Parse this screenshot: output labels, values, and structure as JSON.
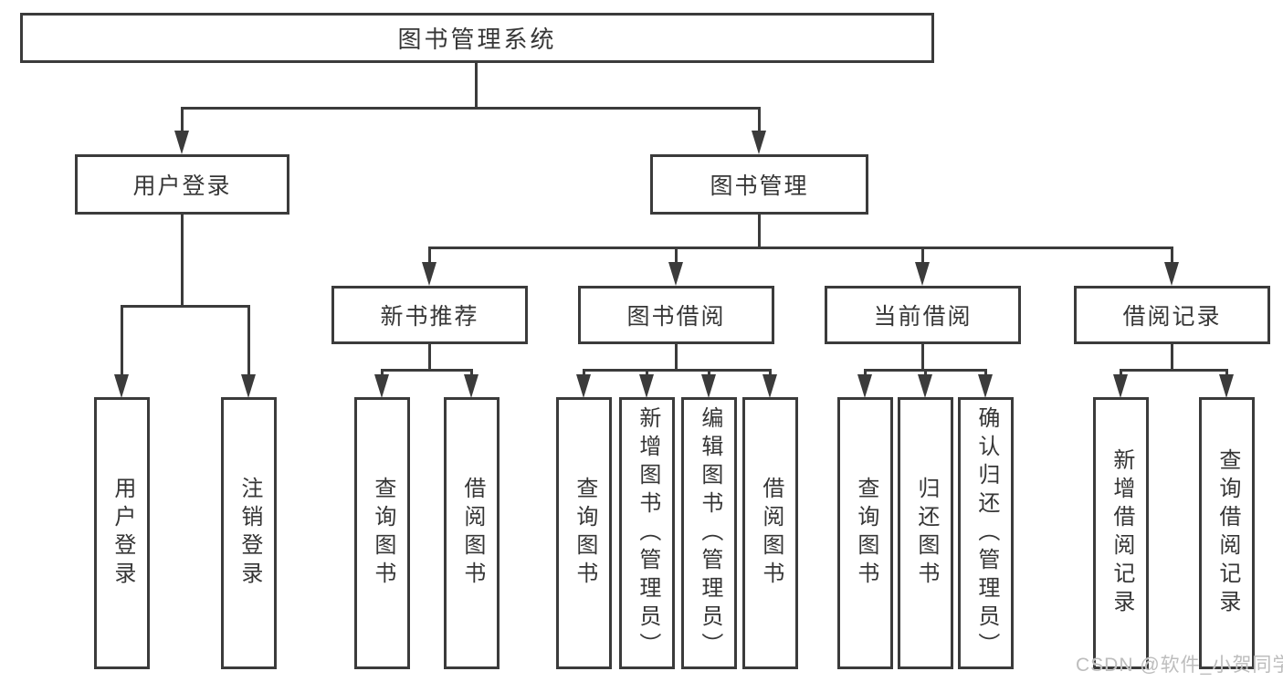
{
  "diagram": {
    "root": {
      "label": "图书管理系统"
    },
    "branches": [
      {
        "label": "用户登录",
        "children": [
          {
            "label": "用户登录"
          },
          {
            "label": "注销登录"
          }
        ]
      },
      {
        "label": "图书管理",
        "children": [
          {
            "label": "新书推荐",
            "children": [
              {
                "label": "查询图书"
              },
              {
                "label": "借阅图书"
              }
            ]
          },
          {
            "label": "图书借阅",
            "children": [
              {
                "label": "查询图书"
              },
              {
                "label": "新增图书（管理员）"
              },
              {
                "label": "编辑图书（管理员）"
              },
              {
                "label": "借阅图书"
              }
            ]
          },
          {
            "label": "当前借阅",
            "children": [
              {
                "label": "查询图书"
              },
              {
                "label": "归还图书"
              },
              {
                "label": "确认归还（管理员）"
              }
            ]
          },
          {
            "label": "借阅记录",
            "children": [
              {
                "label": "新增借阅记录"
              },
              {
                "label": "查询借阅记录"
              }
            ]
          }
        ]
      }
    ]
  },
  "watermark": {
    "text": "CSDN @软件_小贺同学"
  },
  "colors": {
    "line": "#3b3b3b",
    "text": "#363636",
    "background": "#ffffff",
    "watermark": "#bdbdbd"
  }
}
